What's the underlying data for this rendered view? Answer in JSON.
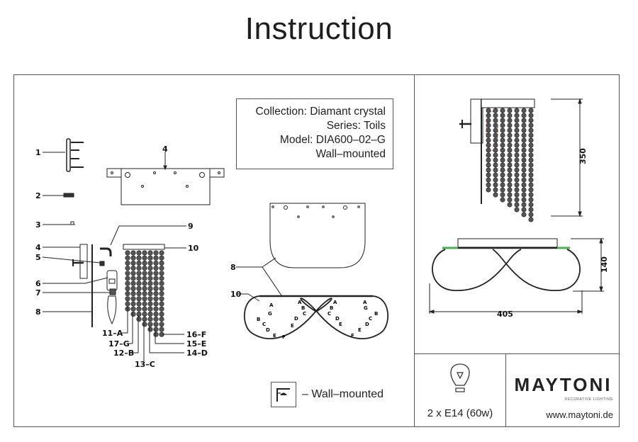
{
  "page": {
    "title": "Instruction"
  },
  "info_box": {
    "collection": "Collection: Diamant crystal",
    "series": "Series: Toils",
    "model": "Model: DIA600–02–G",
    "mounting": "Wall–mounted"
  },
  "parts": {
    "labels": [
      "1",
      "2",
      "3",
      "4",
      "5",
      "6",
      "7",
      "8"
    ],
    "top_plate_label": "4",
    "right_labels": {
      "p9": "9",
      "p10": "10"
    },
    "strand_labels": [
      "11–A",
      "17–G",
      "12–B",
      "13–C",
      "14–D",
      "15–E",
      "16–F"
    ]
  },
  "top_view": {
    "label_8": "8",
    "label_10": "10",
    "letters_left": [
      "A",
      "G",
      "B",
      "C",
      "D",
      "E",
      "F",
      "A",
      "B",
      "C",
      "D",
      "E"
    ],
    "letters_right": [
      "A",
      "B",
      "C",
      "D",
      "E",
      "F",
      "E",
      "D",
      "C",
      "B",
      "G",
      "A"
    ]
  },
  "dimensions": {
    "height": "350",
    "depth": "140",
    "width": "405"
  },
  "legend": {
    "icon": "wall-mount-icon",
    "text": "– Wall–mounted"
  },
  "lamp": {
    "icon": "light-bulb-icon",
    "spec": "2 x E14 (60w)"
  },
  "brand": {
    "name": "MAYTONI",
    "tagline": "DECORATIVE LIGHTING",
    "url": "www.maytoni.de"
  },
  "colors": {
    "line": "#555555",
    "text": "#222222",
    "highlight_red": "#d02020",
    "highlight_green": "#4caf50"
  }
}
